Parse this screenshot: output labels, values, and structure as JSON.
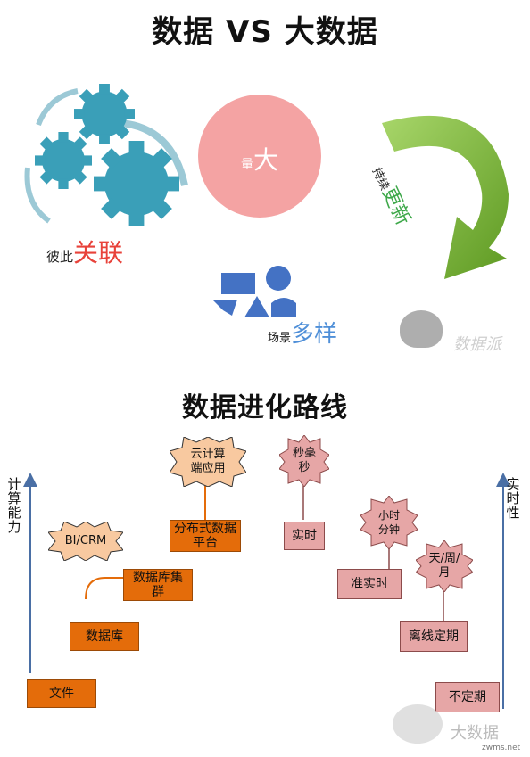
{
  "title_top": "数据 VS 大数据",
  "title_bottom": "数据进化路线",
  "features": {
    "relation": {
      "prefix": "彼此",
      "highlight": "关联"
    },
    "volume": {
      "prefix": "量",
      "highlight": "大"
    },
    "update": {
      "prefix": "持续",
      "highlight": "更新"
    },
    "variety": {
      "prefix": "场景",
      "highlight": "多样"
    }
  },
  "left_axis": "计算能力",
  "right_axis": "实时性",
  "left_steps": [
    "文件",
    "数据库",
    "数据库集群",
    "分布式数据平台"
  ],
  "left_bursts": [
    "BI/CRM",
    "云计算端应用"
  ],
  "right_steps": [
    "实时",
    "准实时",
    "离线定期",
    "不定期"
  ],
  "right_bursts": [
    "秒毫秒",
    "小时分钟",
    "天/周/月"
  ],
  "watermarks": {
    "top": "数据派",
    "bottom": "大数据",
    "corner": "zwms.net"
  },
  "colors": {
    "gear": "#3a9fb8",
    "circle": "#f4a3a3",
    "arrow": "#7db43a",
    "shapes": "#4472c4",
    "accent_red": "#e8423a",
    "accent_green": "#3ea84a",
    "accent_blue": "#4f8fd8",
    "orange_box": "#e46c0a",
    "orange_burst": "#f8c9a0",
    "pink_box": "#e6a6a6"
  }
}
